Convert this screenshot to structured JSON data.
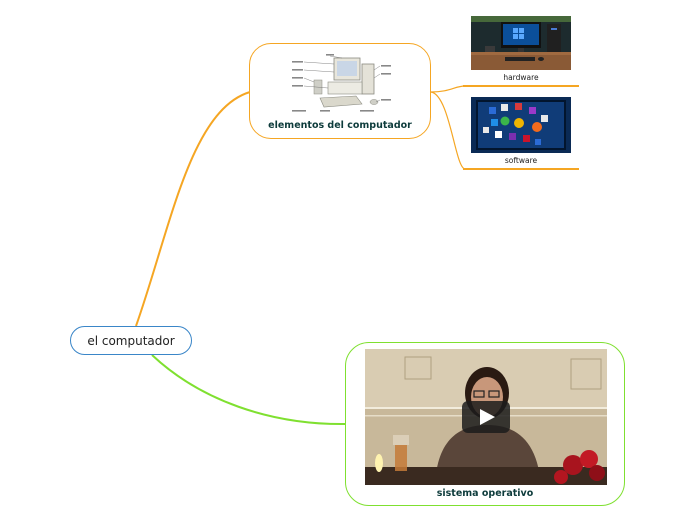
{
  "map": {
    "root": {
      "label": "el computador"
    },
    "elementos": {
      "label": "elementos del computador",
      "colors": {
        "border": "#f5a623",
        "link": "#f5a623"
      },
      "children": [
        {
          "label": "hardware"
        },
        {
          "label": "software"
        }
      ]
    },
    "sistema": {
      "label": "sistema operativo",
      "colors": {
        "border": "#7fe030",
        "link": "#7fe030"
      },
      "media": {
        "kind": "video",
        "icon": "play-icon"
      }
    },
    "root_border_color": "#3a86c8"
  }
}
